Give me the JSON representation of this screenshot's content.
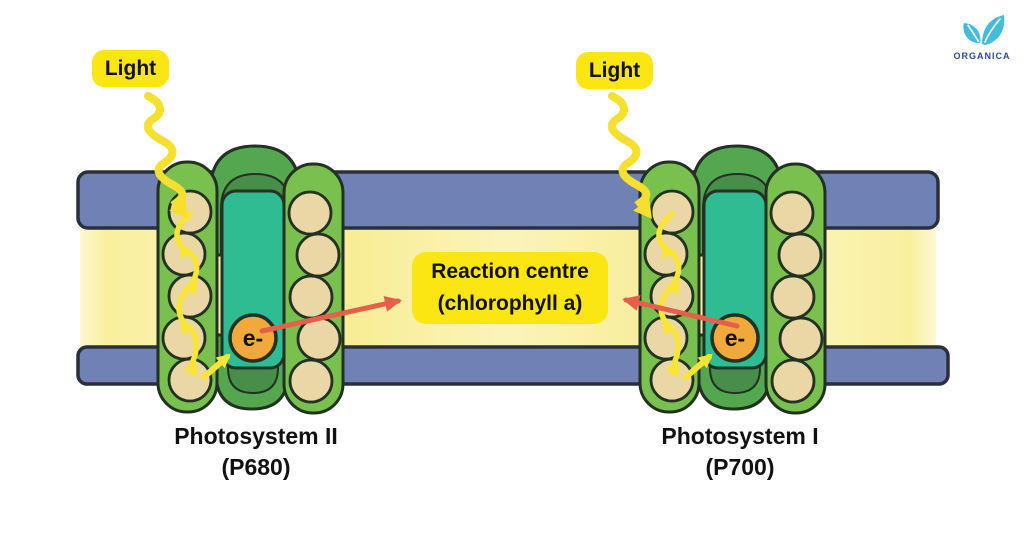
{
  "brand": {
    "name": "ORGANICA",
    "icon": "organica-leaves-icon",
    "leaf_color": "#45BCDC",
    "text_color": "#2D4A9E"
  },
  "diagram": {
    "reaction_centre": {
      "line1": "Reaction centre",
      "line2": "(chlorophyll a)"
    },
    "photosystems": [
      {
        "id": "photosystem-2",
        "light_label": "Light",
        "electron_label": "e-",
        "name": "Photosystem II",
        "pigment": "(P680)"
      },
      {
        "id": "photosystem-1",
        "light_label": "Light",
        "electron_label": "e-",
        "name": "Photosystem I",
        "pigment": "(P700)"
      }
    ],
    "colors": {
      "membrane_blue": "#7081B5",
      "membrane_yellow": "#F9EFA2",
      "complex_light_green": "#79C04F",
      "complex_medium_green": "#55A74F",
      "complex_dark_green": "#478F48",
      "reaction_core_teal": "#2EBD92",
      "pigment_circle_tan": "#EAD7A6",
      "electron_orange": "#F2A93B",
      "highlight_label_yellow": "#FBE512",
      "light_arrow_yellow": "#F5DF2F",
      "electron_arrow_red": "#E5604A",
      "outline_dark": "#223122"
    }
  }
}
